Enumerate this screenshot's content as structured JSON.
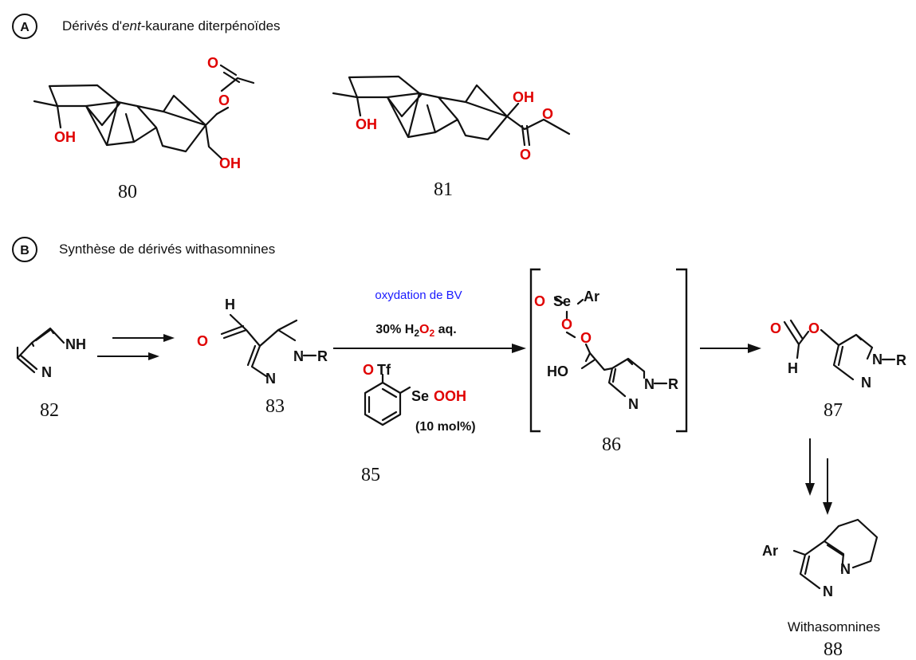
{
  "colors": {
    "heteroatom_o": "#e00000",
    "condition_text": "#1a1aff",
    "ink": "#111111"
  },
  "panel_a": {
    "badge": "A",
    "title_pre": "Dérivés d'",
    "title_italic": "ent",
    "title_post": "-kaurane diterpénoïdes",
    "compounds": [
      {
        "number": "80",
        "labels": {
          "oh1": "OH",
          "oh2": "OH",
          "o_ester": "O",
          "o_carbonyl": "O"
        }
      },
      {
        "number": "81",
        "labels": {
          "oh1": "OH",
          "oh2": "OH",
          "o_carbonyl": "O",
          "o_ester": "O"
        }
      }
    ]
  },
  "panel_b": {
    "badge": "B",
    "title": "Synthèse de dérivés withasomnines",
    "compounds": {
      "c82": {
        "number": "82",
        "n1": "N",
        "nh": "NH"
      },
      "c83": {
        "number": "83",
        "h": "H",
        "o": "O",
        "n1": "N",
        "n2": "N",
        "r": "R"
      },
      "c85": {
        "number": "85",
        "otf_o": "O",
        "otf_tf": "Tf",
        "se": "Se",
        "ooh": "OOH",
        "loading": "(10 mol%)"
      },
      "c86": {
        "number": "86",
        "o_se": "O",
        "se": "Se",
        "ar": "Ar",
        "o1": "O",
        "o2": "O",
        "ho": "HO",
        "n1": "N",
        "n2": "N",
        "r": "R"
      },
      "c87": {
        "number": "87",
        "o_carbonyl": "O",
        "o_ester": "O",
        "h": "H",
        "n1": "N",
        "n2": "N",
        "r": "R"
      },
      "c88": {
        "number": "88",
        "ar": "Ar",
        "n1": "N",
        "n2": "N",
        "name": "Withasomnines"
      }
    },
    "conditions": {
      "reaction": "oxydation de BV",
      "reagent_pre": "30% H",
      "reagent_sub1": "2",
      "reagent_o": "O",
      "reagent_sub2": "2",
      "reagent_post": " aq."
    }
  }
}
